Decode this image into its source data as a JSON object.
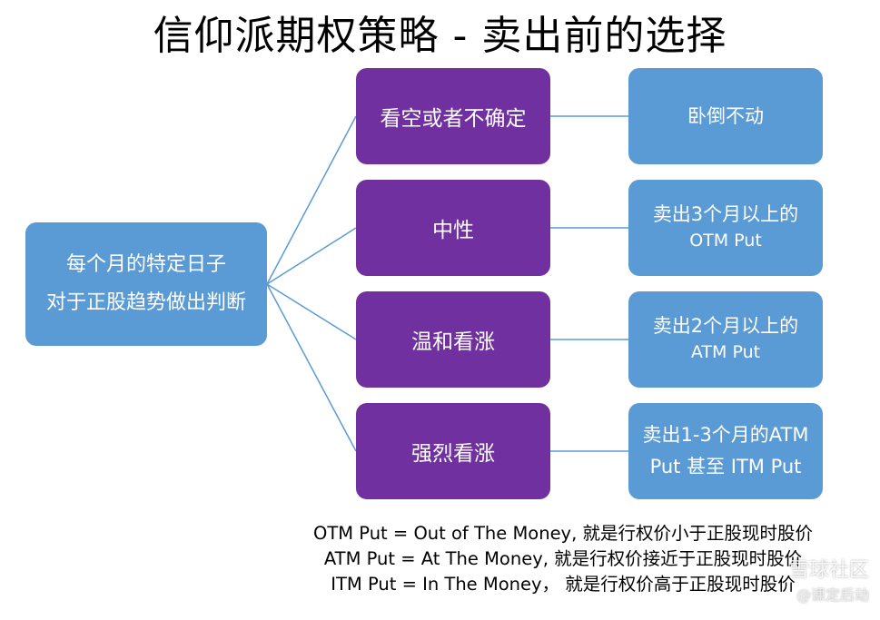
{
  "title": "信仰派期权策略 - 卖出前的选择",
  "root": {
    "line1": "每个月的特定日子",
    "line2": "对于正股趋势做出判断"
  },
  "branches": [
    {
      "view": "看空或者不确定",
      "action_line1": "卧倒不动",
      "action_line2": ""
    },
    {
      "view": "中性",
      "action_line1": "卖出3个月以上的",
      "action_line2": "OTM Put"
    },
    {
      "view": "温和看涨",
      "action_line1": "卖出2个月以上的",
      "action_line2": "ATM Put"
    },
    {
      "view": "强烈看涨",
      "action_line1": "卖出1-3个月的ATM",
      "action_line2": "Put 甚至 ITM Put"
    }
  ],
  "notes": [
    "OTM Put = Out of The Money, 就是行权价小于正股现时股价",
    "ATM Put = At The Money, 就是行权价接近于正股现时股价",
    "ITM Put = In The Money， 就是行权价高于正股现时股价"
  ],
  "watermark": {
    "line1": "雪球社区",
    "line2": "@课定后动"
  },
  "colors": {
    "root_fill": "#5b9bd5",
    "view_fill": "#7030a0",
    "action_fill": "#5b9bd5",
    "connector": "#5b9bd5"
  }
}
